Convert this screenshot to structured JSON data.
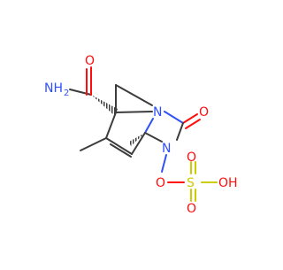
{
  "structure": {
    "atom_labels": {
      "nh2": "NH",
      "nh2_sub": "2",
      "o_amide": "O",
      "n_bridge": "N",
      "o_ketone": "O",
      "n_ring": "N",
      "o_link": "O",
      "s": "S",
      "o_s_top": "O",
      "o_s_bottom": "O",
      "oh": "OH",
      "o_link_charge": "-"
    },
    "colors": {
      "carbon_bond": "#3c3c3c",
      "oxygen": "#ff0d0d",
      "nitrogen": "#3050f8",
      "sulfur": "#cccc00"
    }
  }
}
